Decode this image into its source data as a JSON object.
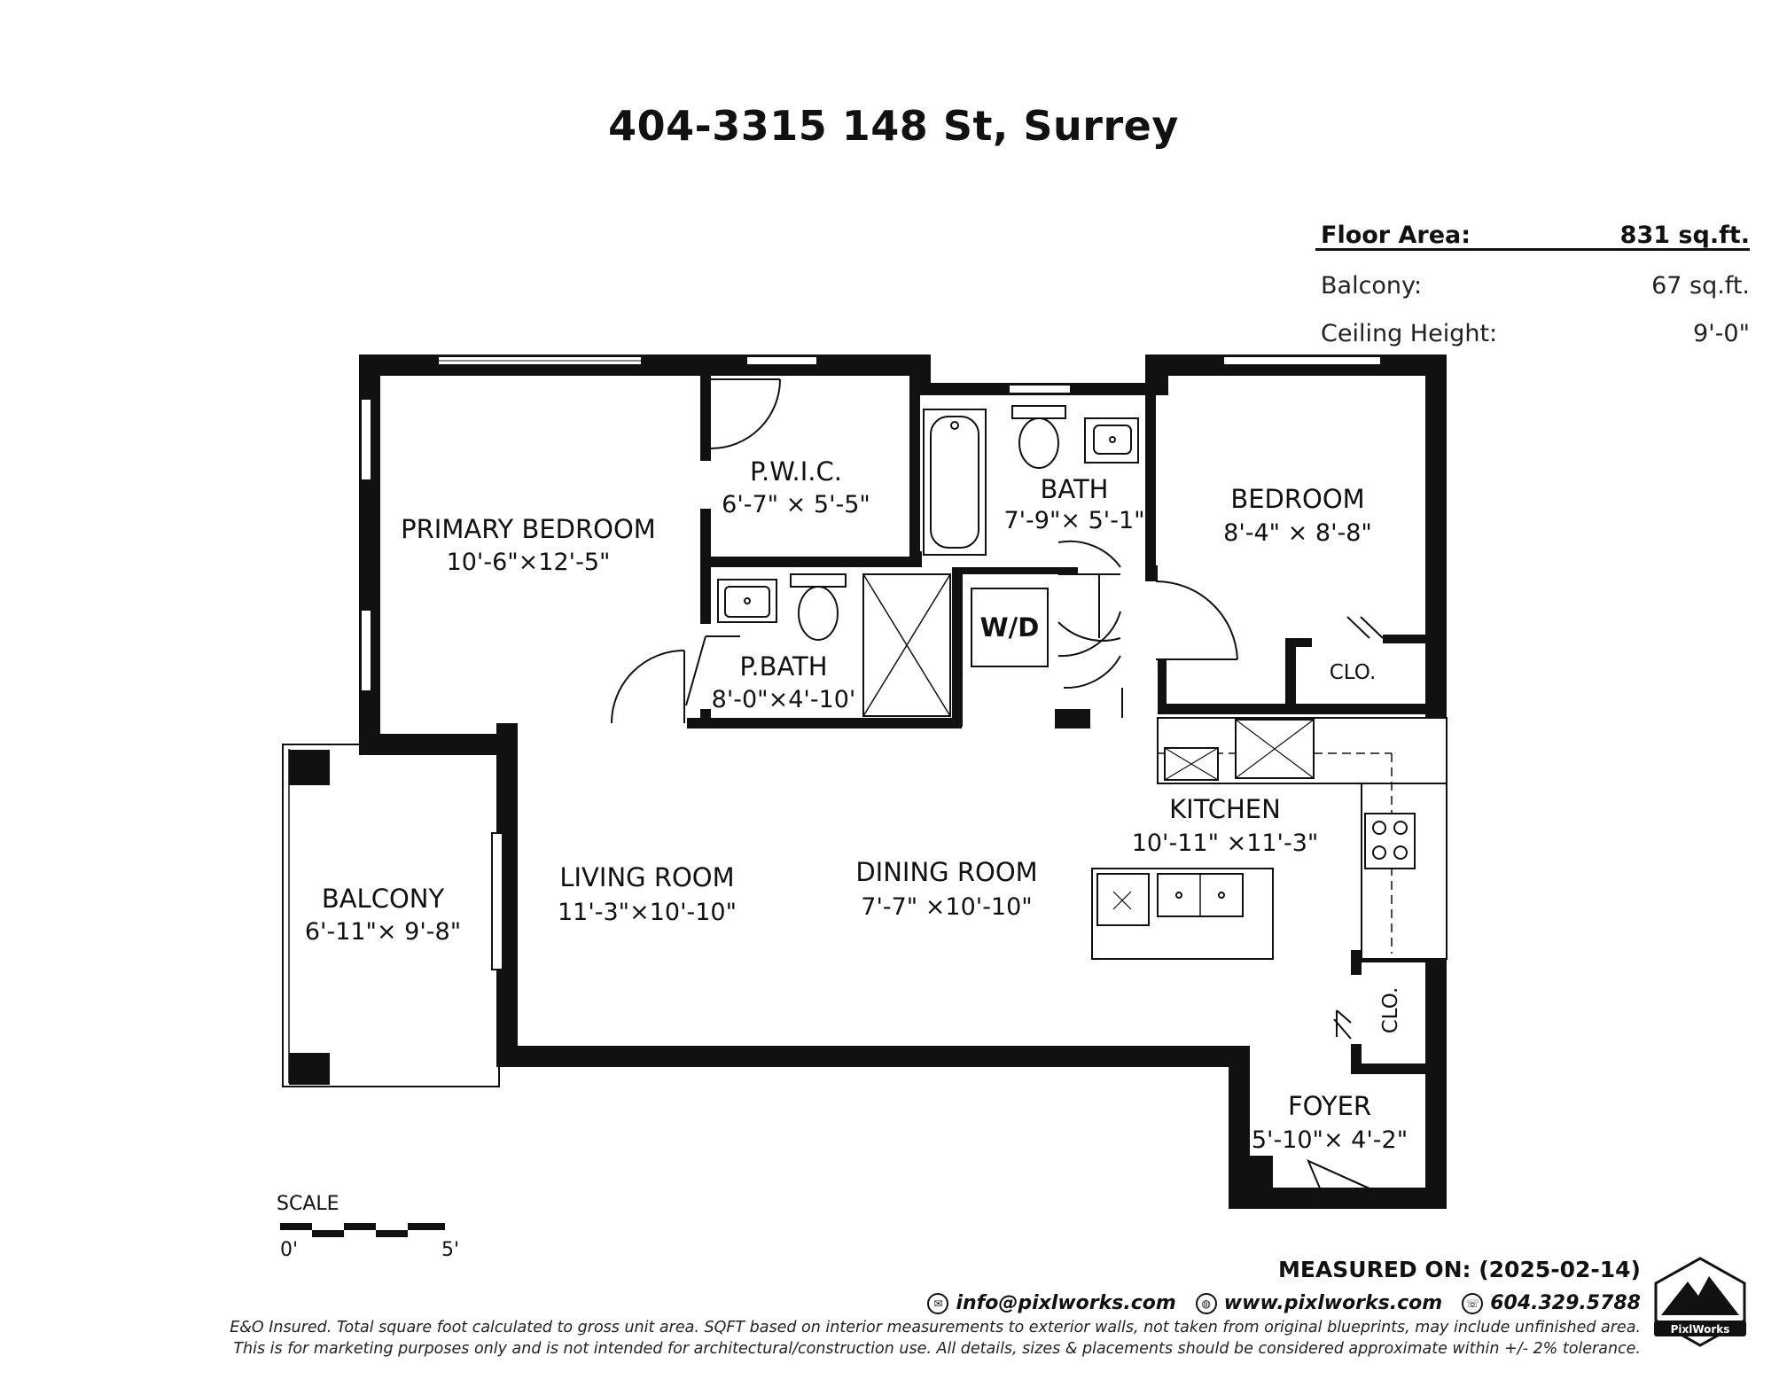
{
  "title": "404-3315 148 St, Surrey",
  "stats": {
    "floor_area_label": "Floor Area:",
    "floor_area_value": "831 sq.ft.",
    "balcony_label": "Balcony:",
    "balcony_value": "67 sq.ft.",
    "ceiling_label": "Ceiling Height:",
    "ceiling_value": "9'-0\""
  },
  "rooms": {
    "primary_bedroom": {
      "name": "PRIMARY BEDROOM",
      "dim": "10'-6\"×12'-5\""
    },
    "pwic": {
      "name": "P.W.I.C.",
      "dim": "6'-7\" × 5'-5\""
    },
    "bath": {
      "name": "BATH",
      "dim": "7'-9\"× 5'-1\""
    },
    "bedroom": {
      "name": "BEDROOM",
      "dim": "8'-4\" × 8'-8\""
    },
    "pbath": {
      "name": "P.BATH",
      "dim": "8'-0\"×4'-10'"
    },
    "wd": {
      "name": "W/D"
    },
    "clo1": {
      "name": "CLO."
    },
    "kitchen": {
      "name": "KITCHEN",
      "dim": "10'-11\" ×11'-3\""
    },
    "balcony": {
      "name": "BALCONY",
      "dim": "6'-11\"× 9'-8\""
    },
    "living": {
      "name": "LIVING ROOM",
      "dim": "11'-3\"×10'-10\""
    },
    "dining": {
      "name": "DINING ROOM",
      "dim": "7'-7\" ×10'-10\""
    },
    "clo2": {
      "name": "CLO."
    },
    "foyer": {
      "name": "FOYER",
      "dim": "5'-10\"× 4'-2\""
    }
  },
  "scale": {
    "label": "SCALE",
    "start": "0'",
    "end": "5'"
  },
  "footer": {
    "measured": "MEASURED ON: (2025-02-14)",
    "email": "info@pixlworks.com",
    "website": "www.pixlworks.com",
    "phone": "604.329.5788",
    "disclaimer_1": "E&O Insured.  Total square foot calculated to gross unit area. SQFT based on interior measurements to exterior walls, not taken from original blueprints, may include unfinished area.",
    "disclaimer_2": "This is for marketing purposes only and is not intended for architectural/construction use.  All details, sizes & placements should be considered approximate within +/- 2%  tolerance.",
    "logo_text": "PixlWorks"
  }
}
